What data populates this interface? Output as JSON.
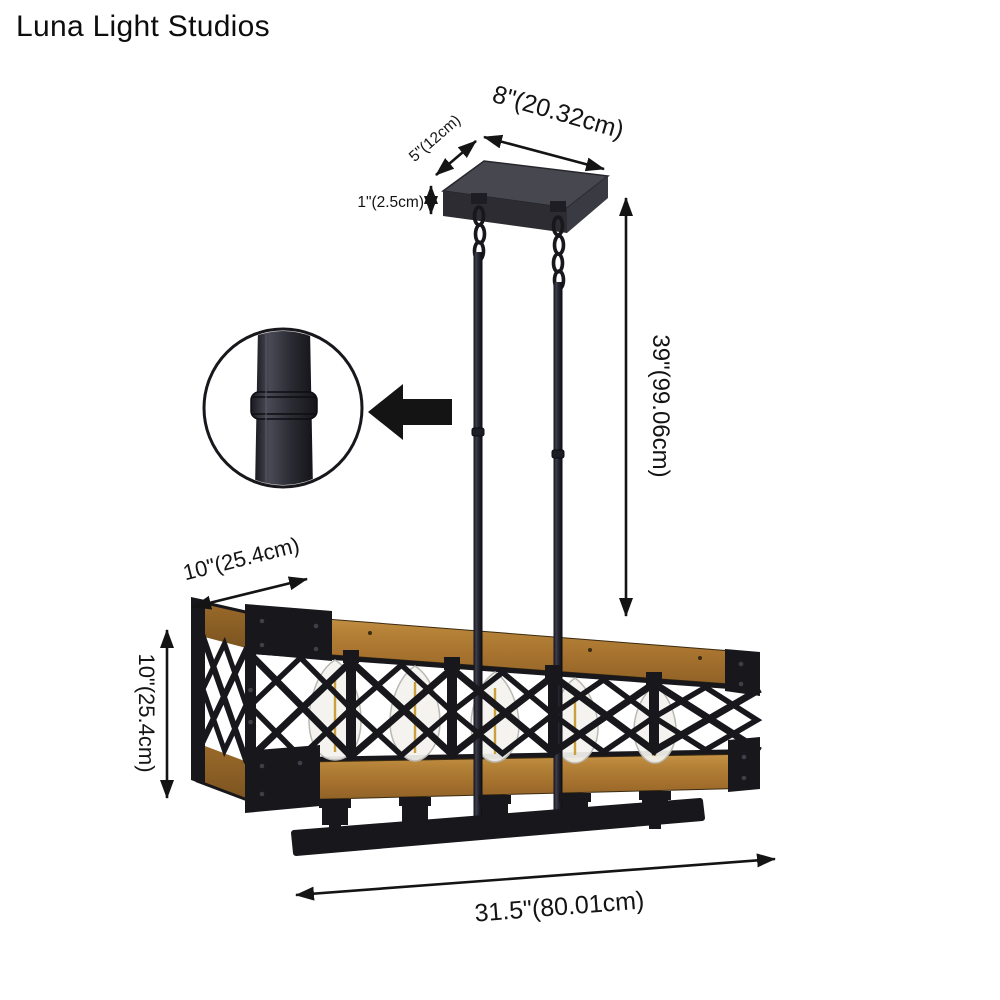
{
  "brand": {
    "name": "Luna Light Studios"
  },
  "dimensions": {
    "canopy_width": "8\"(20.32cm)",
    "canopy_depth": "5\"(12cm)",
    "canopy_thickness": "1\"(2.5cm)",
    "suspension_height": "39\"(99.06cm)",
    "fixture_depth": "10\"(25.4cm)",
    "fixture_height": "10\"(25.4cm)",
    "fixture_width": "31.5\"(80.01cm)"
  },
  "colors": {
    "background": "#ffffff",
    "text": "#141414",
    "wood": "#a5712e",
    "metal_black": "#17171c"
  }
}
